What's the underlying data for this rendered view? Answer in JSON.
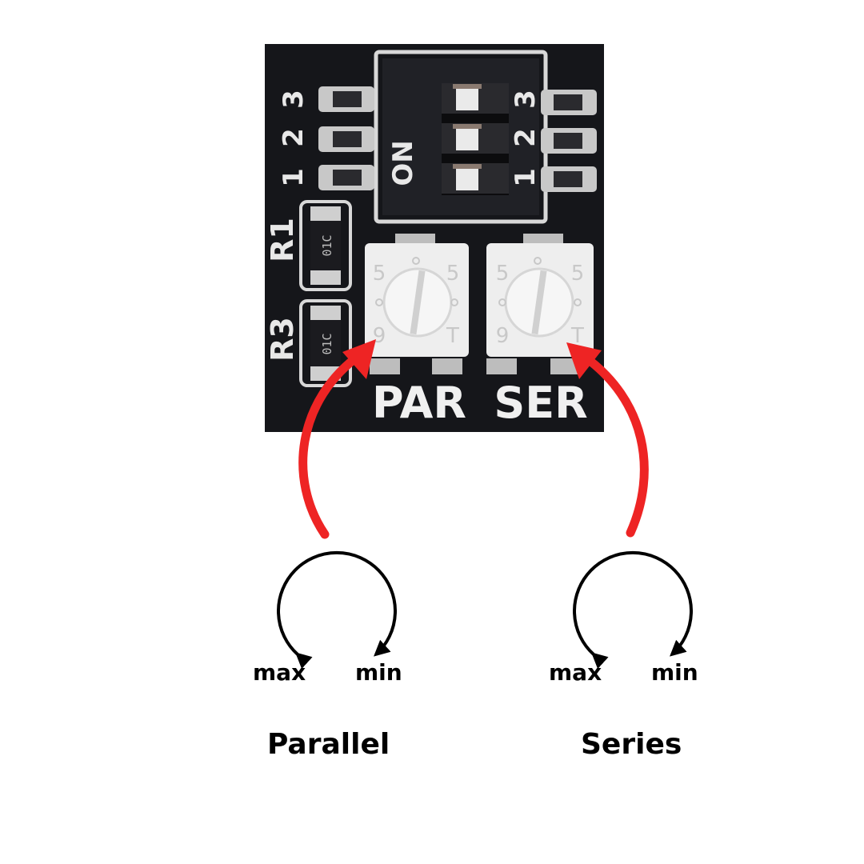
{
  "board": {
    "switch_numbers_left": [
      "1",
      "2",
      "3"
    ],
    "switch_numbers_right": [
      "1",
      "2",
      "3"
    ],
    "switch_on": "ON",
    "resistor_r1": "R1",
    "resistor_r3": "R3",
    "smd_marking": "01C",
    "pot_par_label": "PAR",
    "pot_ser_label": "SER",
    "pot_mark_5": "5",
    "pot_mark_t": "T",
    "pot_mark_9": "9"
  },
  "parallel": {
    "title": "Parallel",
    "left": "max",
    "right": "min"
  },
  "series": {
    "title": "Series",
    "left": "max",
    "right": "min"
  },
  "colors": {
    "arrow": "#ee2424",
    "pcb": "#15161a",
    "pad": "#c8c8c8",
    "pot": "#eeeeee"
  }
}
